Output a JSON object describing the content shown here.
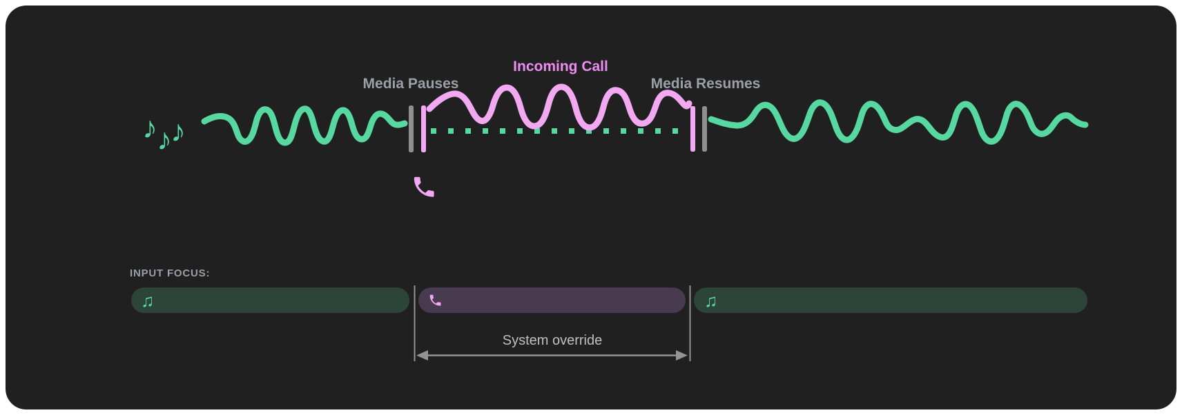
{
  "colors": {
    "page_bg": "#ffffff",
    "card_bg": "#202021",
    "media_green": "#57d8a1",
    "media_bar_bg": "#2d4539",
    "call_pink": "#f2a9f1",
    "call_text_pink": "#ee8cf2",
    "call_bar_bg": "#483a4f",
    "gate_gray": "#8f8f8f",
    "label_gray": "#9aa0a6",
    "override_text": "#bcc0c4",
    "guide_gray": "#949494"
  },
  "timeline": {
    "media_pauses_label": "Media Pauses",
    "incoming_call_label": "Incoming Call",
    "media_resumes_label": "Media Resumes",
    "media_icon": "music-notes-icon",
    "call_icon": "phone-icon"
  },
  "input_focus": {
    "heading": "INPUT FOCUS:",
    "override_label": "System override",
    "segments": [
      {
        "name": "media-before-call",
        "icon": "music-notes-icon"
      },
      {
        "name": "incoming-call",
        "icon": "phone-icon"
      },
      {
        "name": "media-after-call",
        "icon": "music-notes-icon"
      }
    ]
  },
  "glyphs": {
    "music_note": "♪",
    "music_notes_double": "♫"
  }
}
